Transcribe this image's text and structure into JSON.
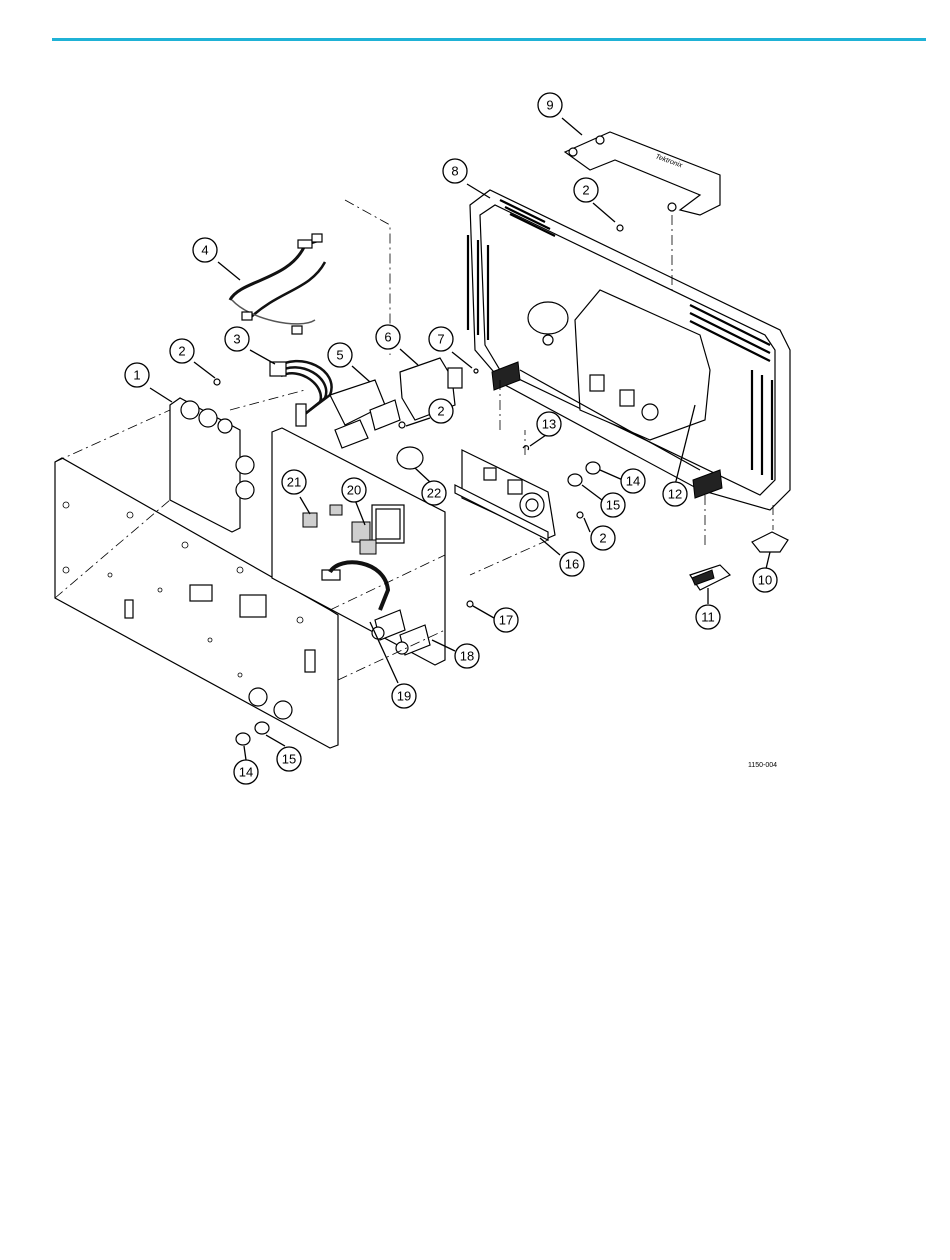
{
  "colors": {
    "accent_rule": "#1fb2d6",
    "ink": "#000000"
  },
  "figure": {
    "reference_code": "1150-004",
    "handle_brand": "Tektronix"
  },
  "callouts": [
    {
      "label": "1"
    },
    {
      "label": "2"
    },
    {
      "label": "3"
    },
    {
      "label": "4"
    },
    {
      "label": "5"
    },
    {
      "label": "6"
    },
    {
      "label": "7"
    },
    {
      "label": "8"
    },
    {
      "label": "9"
    },
    {
      "label": "10"
    },
    {
      "label": "11"
    },
    {
      "label": "12"
    },
    {
      "label": "13"
    },
    {
      "label": "14"
    },
    {
      "label": "15"
    },
    {
      "label": "16"
    },
    {
      "label": "17"
    },
    {
      "label": "18"
    },
    {
      "label": "19"
    },
    {
      "label": "20"
    },
    {
      "label": "21"
    },
    {
      "label": "22"
    },
    {
      "label": "2"
    },
    {
      "label": "2"
    },
    {
      "label": "2"
    },
    {
      "label": "14"
    },
    {
      "label": "15"
    }
  ]
}
